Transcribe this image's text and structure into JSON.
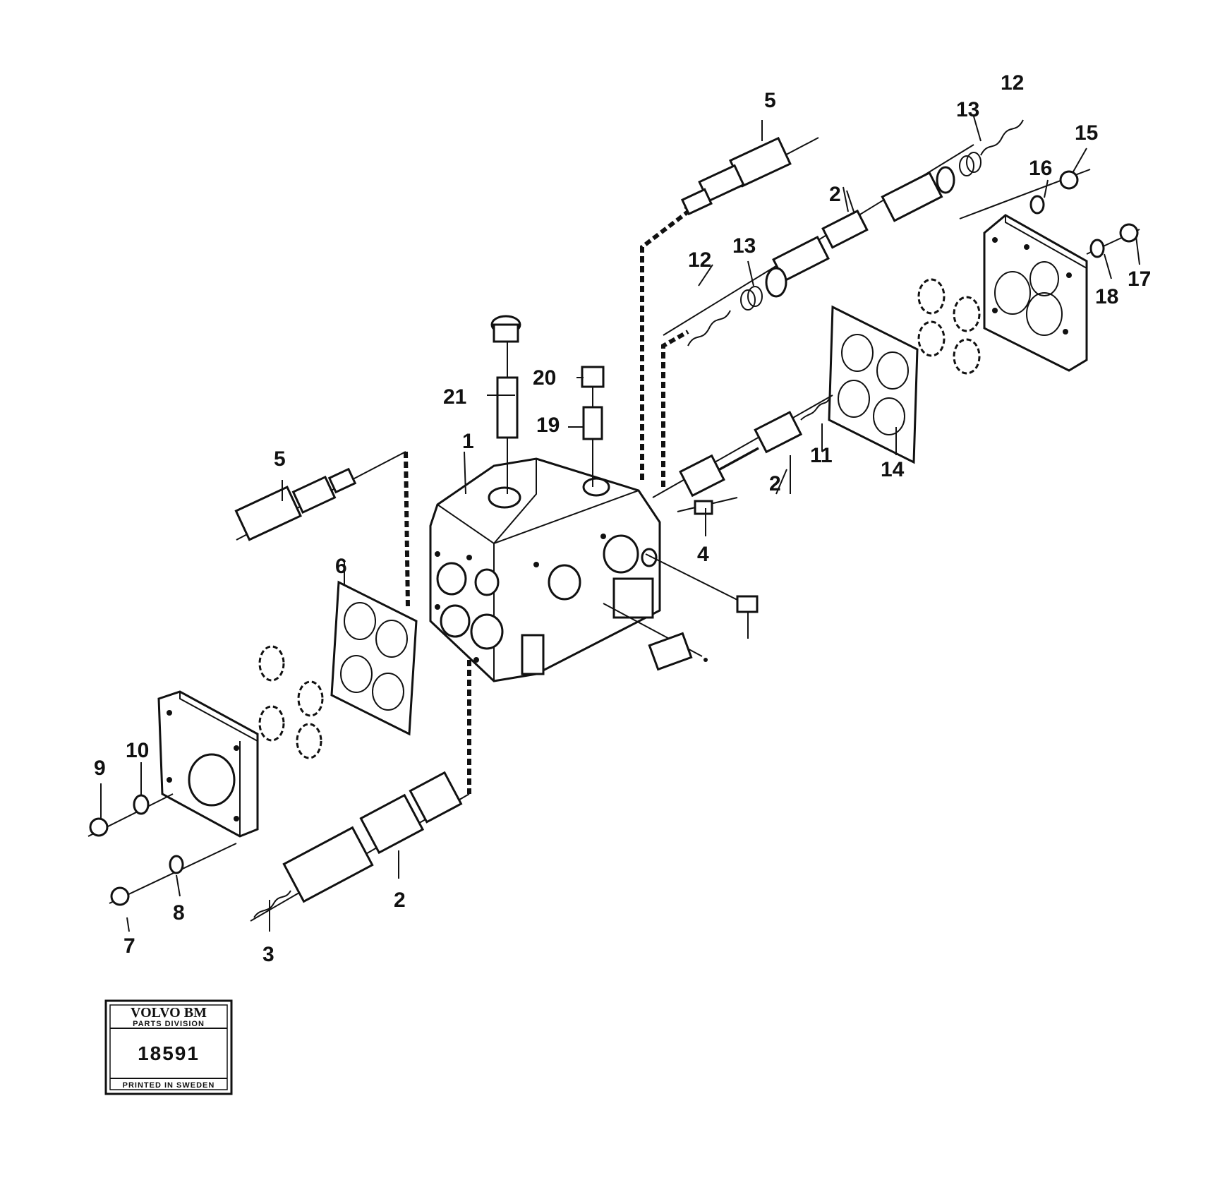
{
  "callouts": {
    "c1": "1",
    "c2a": "2",
    "c2b": "2",
    "c2c": "2",
    "c3": "3",
    "c4": "4",
    "c5a": "5",
    "c5b": "5",
    "c6": "6",
    "c7": "7",
    "c8": "8",
    "c9": "9",
    "c10": "10",
    "c11": "11",
    "c12a": "12",
    "c12b": "12",
    "c13a": "13",
    "c13b": "13",
    "c14": "14",
    "c15": "15",
    "c16": "16",
    "c17": "17",
    "c18": "18",
    "c19": "19",
    "c20": "20",
    "c21": "21"
  },
  "stamp": {
    "brand": "VOLVO BM",
    "division": "PARTS DIVISION",
    "number": "18591",
    "printed": "PRINTED IN SWEDEN"
  }
}
